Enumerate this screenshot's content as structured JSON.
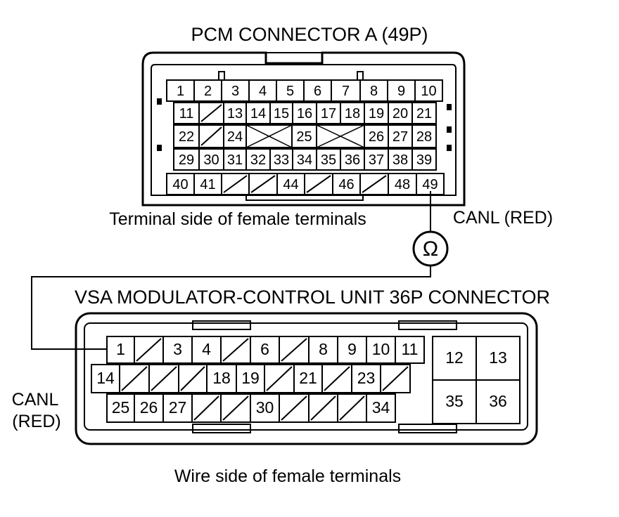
{
  "pcm_title": "PCM CONNECTOR A (49P)",
  "pcm_caption": "Terminal side of female terminals",
  "canl_top": "CANL (RED)",
  "ohm": "Ω",
  "vsa_title": "VSA MODULATOR-CONTROL UNIT 36P CONNECTOR",
  "canl_left_1": "CANL",
  "canl_left_2": "(RED)",
  "vsa_caption": "Wire side of female terminals",
  "pcm_rows": [
    [
      "1",
      "2",
      "3",
      "4",
      "5",
      "6",
      "7",
      "8",
      "9",
      "10"
    ],
    [
      "11",
      "/",
      "13",
      "14",
      "15",
      "16",
      "17",
      "18",
      "19",
      "20",
      "21"
    ],
    [
      "22",
      "/",
      "24",
      "X",
      "25",
      "X",
      "26",
      "27",
      "28"
    ],
    [
      "29",
      "30",
      "31",
      "32",
      "33",
      "34",
      "35",
      "36",
      "37",
      "38",
      "39"
    ],
    [
      "40",
      "41",
      "/",
      "/",
      "44",
      "/",
      "46",
      "/",
      "48",
      "49"
    ]
  ],
  "vsa_rows": [
    [
      "1",
      "/",
      "3",
      "4",
      "/",
      "6",
      "/",
      "8",
      "9",
      "10",
      "11"
    ],
    [
      "14",
      "/",
      "/",
      "/",
      "18",
      "19",
      "/",
      "21",
      "/",
      "23",
      "/"
    ],
    [
      "25",
      "26",
      "27",
      "/",
      "/",
      "30",
      "/",
      "/",
      "/",
      "34"
    ]
  ],
  "vsa_block": [
    "12",
    "13",
    "35",
    "36"
  ]
}
